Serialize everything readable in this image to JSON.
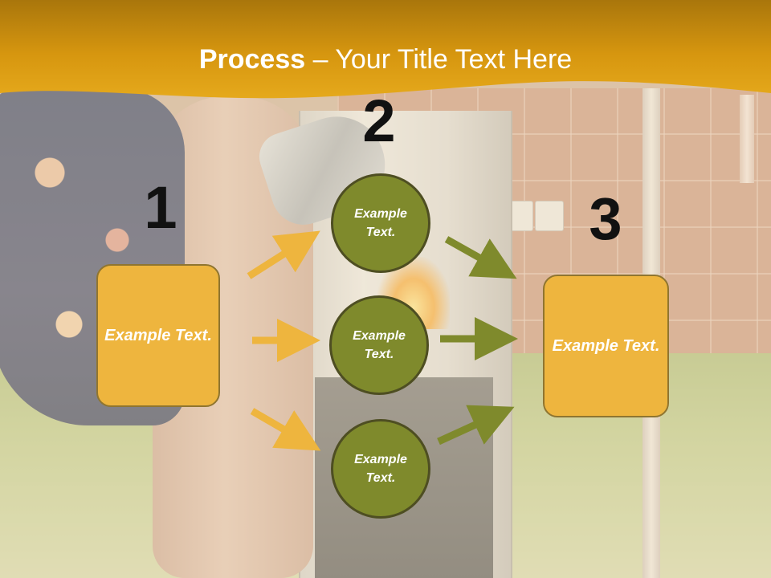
{
  "slide": {
    "title_bold": "Process",
    "title_rest": " – Your Title Text Here"
  },
  "colors": {
    "header_gold": "#e0a116",
    "box_fill": "#eeb53e",
    "circle_fill": "#7f8a2c",
    "arrow_gold": "#eeb53e",
    "arrow_olive": "#7f8a2c",
    "number_color": "#111111"
  },
  "steps": {
    "one": {
      "number": "1",
      "box_text": "Example Text."
    },
    "two": {
      "number": "2",
      "circles": [
        {
          "text": "Example Text."
        },
        {
          "text": "Example Text."
        },
        {
          "text": "Example Text."
        }
      ]
    },
    "three": {
      "number": "3",
      "box_text": "Example Text."
    }
  },
  "background": {
    "description_icon": "kitchen-photo"
  }
}
